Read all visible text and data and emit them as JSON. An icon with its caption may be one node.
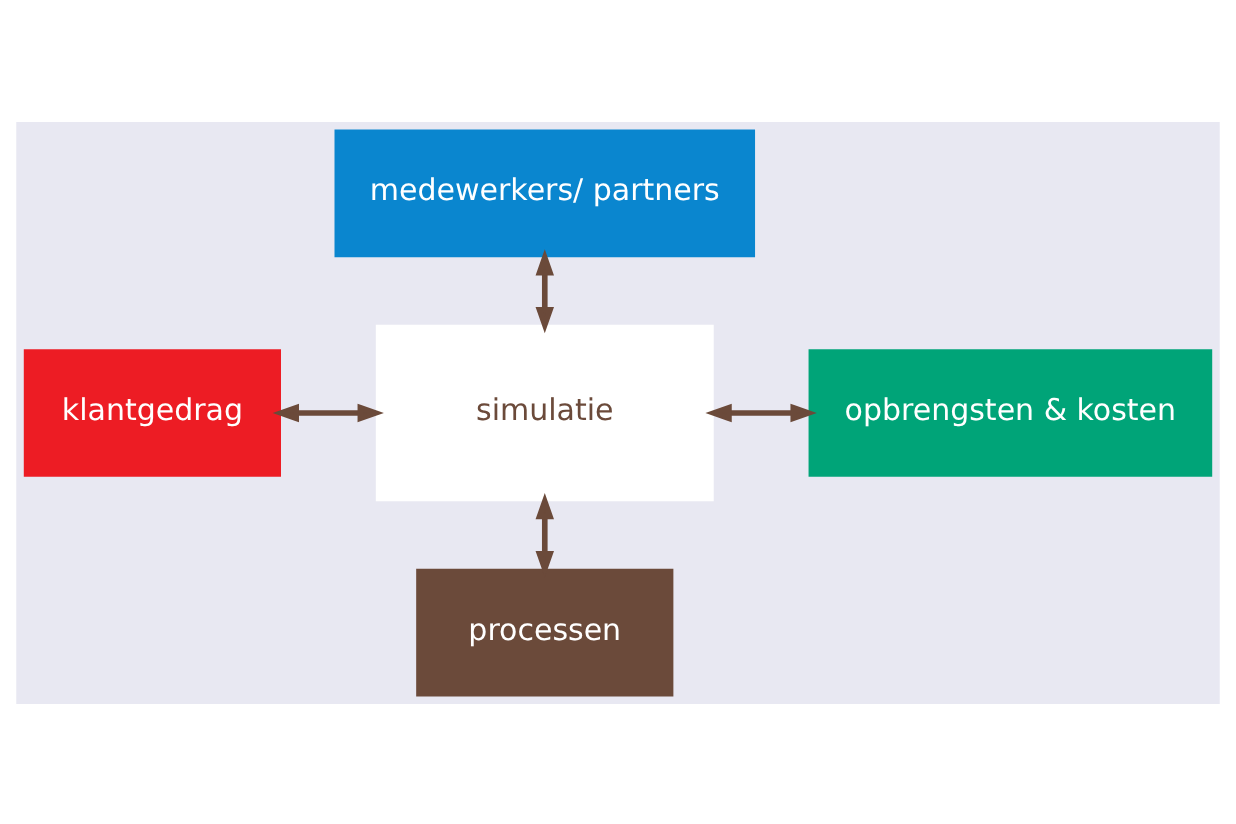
{
  "diagram": {
    "nodes": [
      {
        "text": [
          "medewerkers/ partners"
        ]
      },
      {
        "text": [
          "klantgedrag"
        ]
      },
      {
        "text": [
          "simulatie"
        ]
      },
      {
        "text": [
          "opbrengsten & kosten"
        ]
      },
      {
        "text": [
          "processen"
        ]
      }
    ],
    "edges": [
      {
        "from": 0,
        "to": 2,
        "arrow": "both"
      },
      {
        "from": 1,
        "to": 2,
        "arrow": "both"
      },
      {
        "from": 2,
        "to": 3,
        "arrow": "both"
      },
      {
        "from": 2,
        "to": 4,
        "arrow": "both"
      }
    ]
  }
}
